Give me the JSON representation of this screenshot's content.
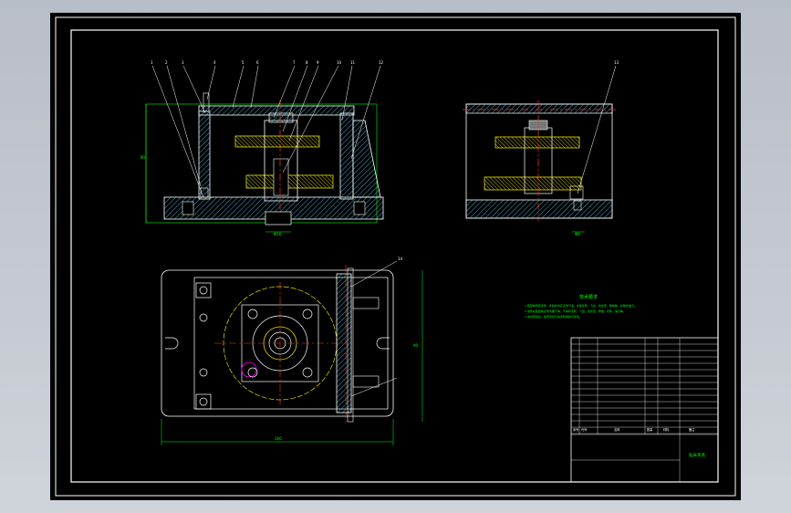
{
  "drawing": {
    "tech_title": "技术要求",
    "tech_notes": [
      "1.装配前所有零件、外购件均应清洗干净，去除毛刺、飞边、氧化皮、锈蚀等，并除去油污。",
      "2.零件在装配前必须清理干净，不得有毛刺、飞边、氧化皮、锈蚀、切屑、油污等。",
      "3.夹具装配后，检查定位与夹紧机构的可靠性。"
    ],
    "title_block": {
      "name": "钻床夹具",
      "header": [
        "序号",
        "代号",
        "名称",
        "数量",
        "材料",
        "备注"
      ]
    },
    "balloons": [
      "1",
      "2",
      "3",
      "4",
      "5",
      "6",
      "7",
      "8",
      "9",
      "10",
      "11",
      "12",
      "13",
      "14"
    ],
    "dims": {
      "front_height": "80",
      "front_base_width": "Φ16",
      "side_dim": "Φ8",
      "plan_width": "160",
      "plan_height": "90"
    }
  },
  "colors": {
    "outline": "#ffffff",
    "hatch": "#3fa6c8",
    "dim": "#00ff00",
    "center": "#ff3030",
    "part": "#e8e000",
    "magenta": "#ff00ff"
  }
}
